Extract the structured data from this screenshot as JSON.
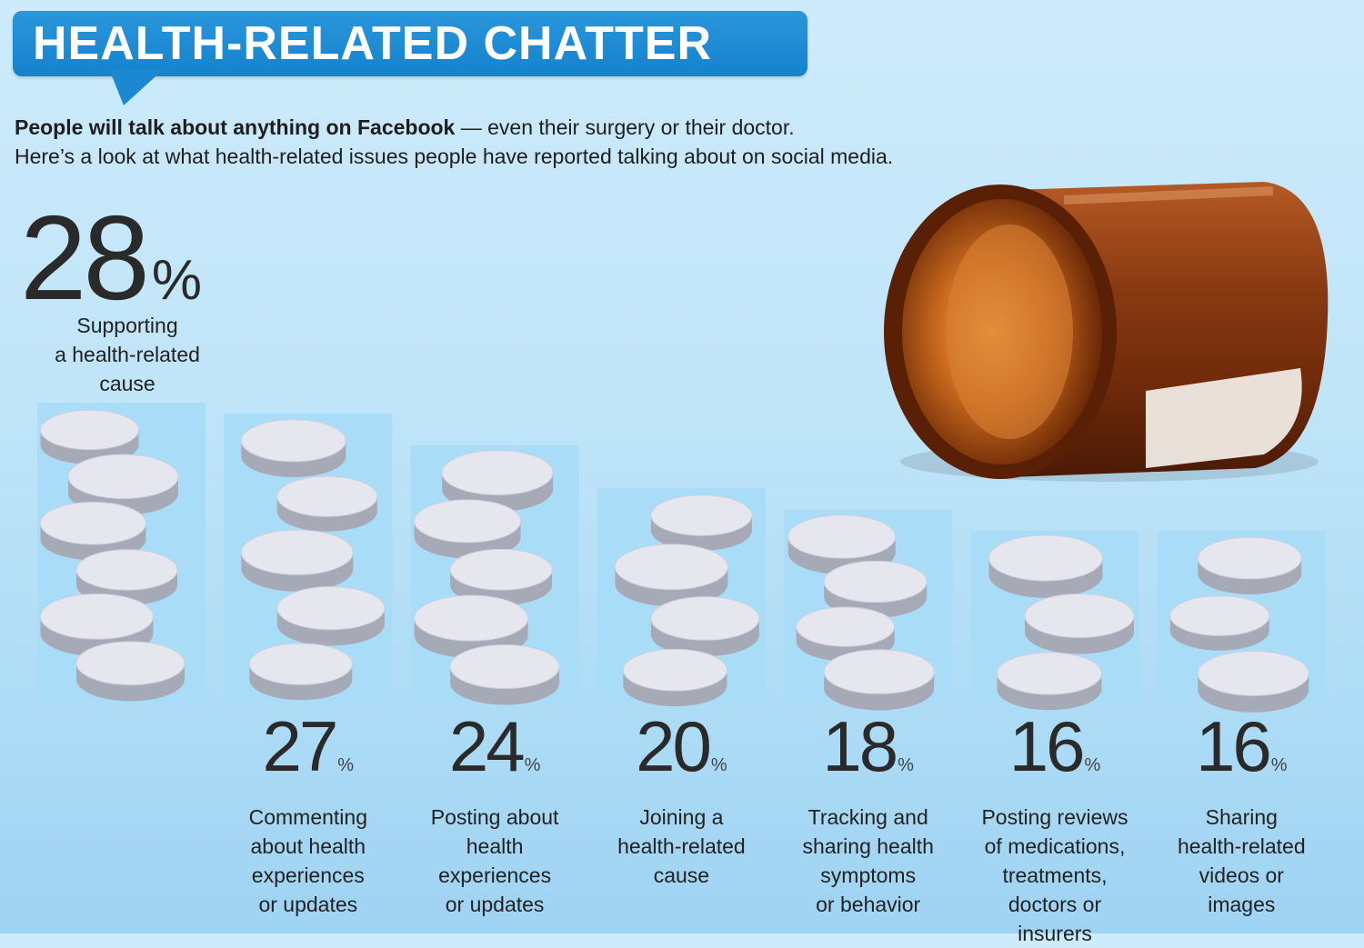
{
  "header": {
    "title": "HEALTH-RELATED CHATTER",
    "intro_bold": "People will talk about anything on Facebook",
    "intro_rest": " — even their surgery or their doctor.",
    "intro_line2": "Here’s a look at what health-related issues people have reported talking about on social media."
  },
  "colors": {
    "banner": "#1a89d2",
    "bar_fill": "#a9dcf6",
    "pill": "#e6e6ef",
    "bottle": "#8a3a12"
  },
  "chart_data": {
    "type": "bar",
    "unit": "%",
    "categories": [
      "Supporting a health-related cause",
      "Commenting about health experiences or updates",
      "Posting about health experiences or updates",
      "Joining a health-related cause",
      "Tracking and sharing health symptoms or behavior",
      "Posting reviews of medications, treatments, doctors or insurers",
      "Sharing health-related videos or images"
    ],
    "values": [
      28,
      27,
      24,
      20,
      18,
      16,
      16
    ],
    "display_values": [
      "28",
      "27",
      "24",
      "20",
      "18",
      "16",
      "16"
    ],
    "label_lines": [
      [
        "Supporting",
        "a health-related",
        "cause"
      ],
      [
        "Commenting",
        "about health",
        "experiences",
        "or updates"
      ],
      [
        "Posting about",
        "health",
        "experiences",
        "or updates"
      ],
      [
        "Joining a",
        "health-related",
        "cause"
      ],
      [
        "Tracking and",
        "sharing health",
        "symptoms",
        "or behavior"
      ],
      [
        "Posting reviews",
        "of medications,",
        "treatments,",
        "doctors or",
        "insurers"
      ],
      [
        "Sharing",
        "health-related",
        "videos or",
        "images"
      ]
    ],
    "percent_symbol": "%"
  }
}
